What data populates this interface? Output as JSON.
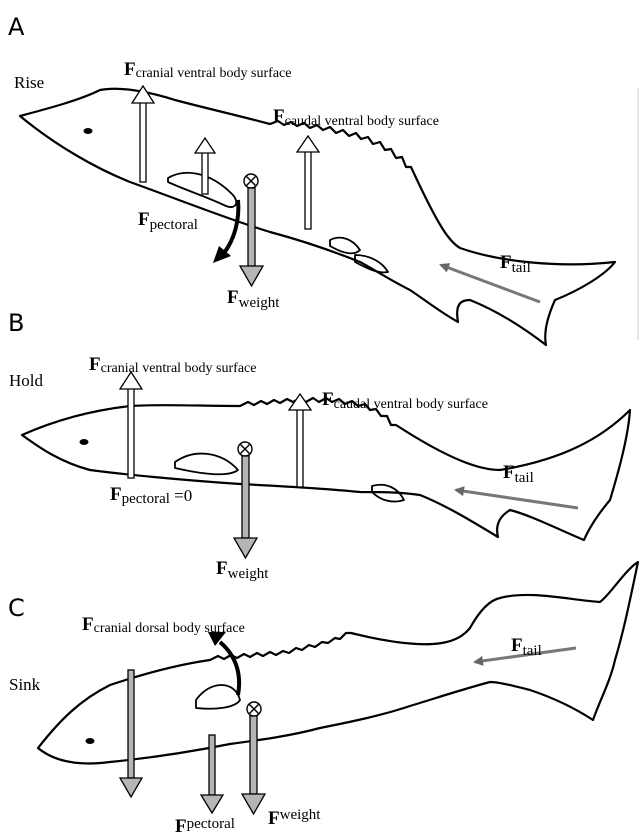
{
  "panels": [
    {
      "letter": "A",
      "mode": "Rise",
      "force_symbol": "F",
      "labels": {
        "cranial": "cranial ventral body surface",
        "caudal": "caudal ventral body surface",
        "pectoral": "pectoral",
        "weight": "weight",
        "tail": "tail"
      }
    },
    {
      "letter": "B",
      "mode": "Hold",
      "force_symbol": "F",
      "labels": {
        "cranial": "cranial ventral body surface",
        "caudal": "caudal ventral body surface",
        "pectoral": "pectoral",
        "pectoral_value": " =0",
        "weight": "weight",
        "tail": "tail"
      }
    },
    {
      "letter": "C",
      "mode": "Sink",
      "force_symbol": "F",
      "labels": {
        "cranial": "cranial dorsal body surface",
        "pectoral": "pectoral",
        "weight": "weight",
        "tail": "tail"
      }
    }
  ],
  "colors": {
    "outline": "#000000",
    "upward_arrow": "#ffffff",
    "downward_arrow": "#b5b5b5",
    "tail_arrow": "#777777"
  }
}
